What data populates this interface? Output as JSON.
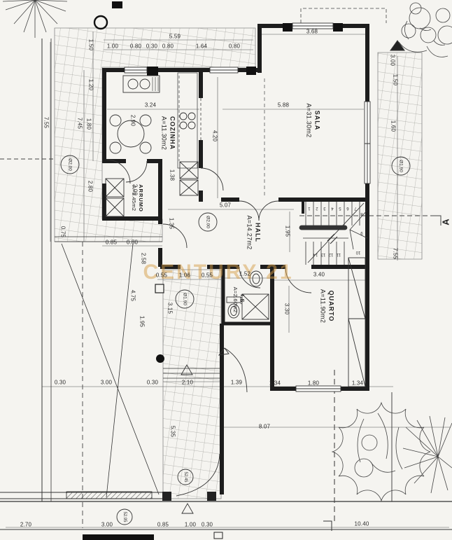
{
  "drawing": {
    "watermark": "CENTURY 21",
    "section_label": "A",
    "rooms": [
      {
        "name": "COZINHA",
        "area": "A=11.30m2"
      },
      {
        "name": "SALA",
        "area": "A=31.30m2"
      },
      {
        "name": "HALL",
        "area": "A=14.27m2"
      },
      {
        "name": "ARRUMO",
        "area": "A=3.45m2"
      },
      {
        "name": "I.S.",
        "area": "A=2.60m2"
      },
      {
        "name": "QUARTO",
        "area": "A=11.90m2"
      }
    ],
    "dims": [
      "5.59",
      "1.00",
      "0.80",
      "0.30",
      "0.80",
      "1.64",
      "0.80",
      "3.68",
      "1.50",
      "1.20",
      "7.55",
      "7.45",
      "1.80",
      "3.24",
      "2.90",
      "4.20",
      "5.88",
      "3.00",
      "1.50",
      "1.60",
      "2.80",
      "0.75",
      "2.00",
      "1.38",
      "0.85",
      "0.80",
      "5.07",
      "1.95",
      "1.35",
      "2.58",
      "4.75",
      "1.95",
      "0.55",
      "1.06",
      "0.55",
      "1.52",
      "3.15",
      "3.40",
      "3.30",
      "7.55",
      "0.30",
      "3.00",
      "0.30",
      "2.10",
      "1.39",
      "1.34",
      "1.80",
      "1.34",
      "8.07",
      "5.35",
      "2.70",
      "3.00",
      "0.85",
      "1.00",
      "0.30",
      "10.40"
    ],
    "circle_labels": [
      "Ø2.00",
      "Ø2.00",
      "Ø1.90",
      "Ø1.90"
    ],
    "level_markers": [
      "52.45",
      "52.95"
    ],
    "stair_numbers": [
      "1",
      "2",
      "3",
      "4",
      "5",
      "6",
      "7",
      "8",
      "9",
      "10",
      "11",
      "12",
      "13",
      "14"
    ]
  }
}
